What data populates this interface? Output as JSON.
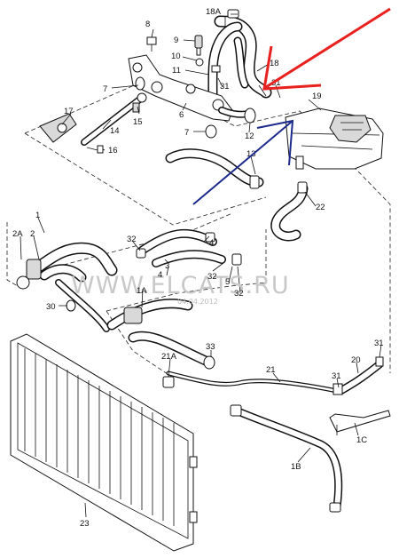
{
  "watermark": {
    "site": "WWW.ELCATS.RU",
    "date": "04.04.2012"
  },
  "callouts": [
    {
      "id": "c-18a",
      "text": "18A"
    },
    {
      "id": "c-8",
      "text": "8"
    },
    {
      "id": "c-9",
      "text": "9"
    },
    {
      "id": "c-10",
      "text": "10"
    },
    {
      "id": "c-11",
      "text": "11"
    },
    {
      "id": "c-31-top",
      "text": "31"
    },
    {
      "id": "c-18",
      "text": "18"
    },
    {
      "id": "c-31-res",
      "text": "31"
    },
    {
      "id": "c-19",
      "text": "19"
    },
    {
      "id": "c-7-top",
      "text": "7"
    },
    {
      "id": "c-15",
      "text": "15"
    },
    {
      "id": "c-6",
      "text": "6"
    },
    {
      "id": "c-17",
      "text": "17"
    },
    {
      "id": "c-14",
      "text": "14"
    },
    {
      "id": "c-16",
      "text": "16"
    },
    {
      "id": "c-7-mid",
      "text": "7"
    },
    {
      "id": "c-12",
      "text": "12"
    },
    {
      "id": "c-13",
      "text": "13"
    },
    {
      "id": "c-22",
      "text": "22"
    },
    {
      "id": "c-1",
      "text": "1"
    },
    {
      "id": "c-2a",
      "text": "2A"
    },
    {
      "id": "c-2",
      "text": "2"
    },
    {
      "id": "c-32-a",
      "text": "32"
    },
    {
      "id": "c-3",
      "text": "3"
    },
    {
      "id": "c-4-a",
      "text": "4"
    },
    {
      "id": "c-4-b",
      "text": "4"
    },
    {
      "id": "c-32-b",
      "text": "32"
    },
    {
      "id": "c-5",
      "text": "5"
    },
    {
      "id": "c-32-c",
      "text": "32"
    },
    {
      "id": "c-1a",
      "text": "1A"
    },
    {
      "id": "c-30",
      "text": "30"
    },
    {
      "id": "c-33",
      "text": "33"
    },
    {
      "id": "c-21a",
      "text": "21A"
    },
    {
      "id": "c-21",
      "text": "21"
    },
    {
      "id": "c-31-right",
      "text": "31"
    },
    {
      "id": "c-20",
      "text": "20"
    },
    {
      "id": "c-31-low",
      "text": "31"
    },
    {
      "id": "c-23",
      "text": "23"
    },
    {
      "id": "c-1c",
      "text": "1C"
    },
    {
      "id": "c-1b",
      "text": "1B"
    }
  ],
  "colors": {
    "red_arrow": "#e8211f",
    "blue_arrow": "#1c2a8c",
    "line": "#111111",
    "watermark": "#c8c8c8"
  }
}
